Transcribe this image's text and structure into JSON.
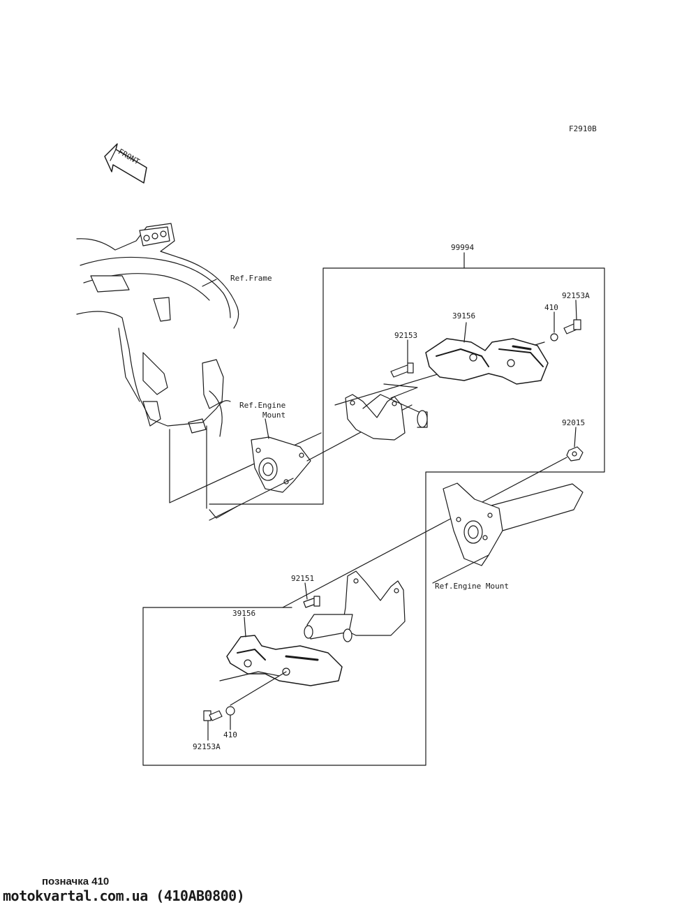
{
  "diagram": {
    "code": "F2910B",
    "front_arrow": "FRONT",
    "labels": {
      "kit": "99994",
      "ref_frame": "Ref.Frame",
      "ref_engine_mount_top_1": "Ref.Engine",
      "ref_engine_mount_top_2": "Mount",
      "ref_engine_mount_bottom": "Ref.Engine Mount",
      "p_92153A_top": "92153A",
      "p_410_top": "410",
      "p_39156_top": "39156",
      "p_92153": "92153",
      "p_92015": "92015",
      "p_92151": "92151",
      "p_39156_bottom": "39156",
      "p_410_bottom": "410",
      "p_92153A_bottom": "92153A"
    }
  },
  "footer": {
    "note": "позначка 410",
    "source": "motokvartal.com.ua (410AB0800)"
  }
}
